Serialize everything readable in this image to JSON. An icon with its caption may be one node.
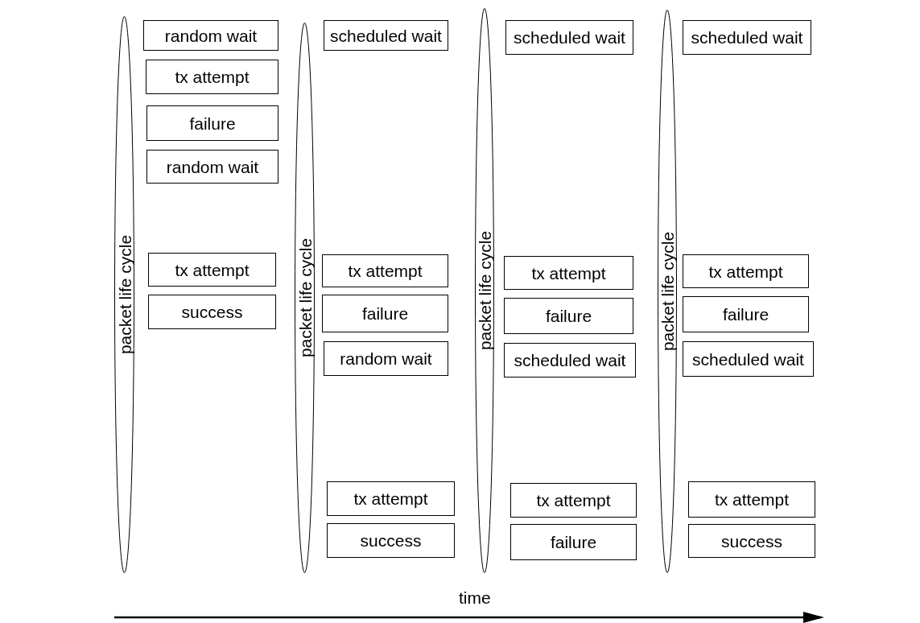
{
  "diagram": {
    "nodes": [
      {
        "text": [
          "packet life cycle"
        ]
      },
      {
        "text": [
          "random wait"
        ]
      },
      {
        "text": [
          "tx attempt"
        ]
      },
      {
        "text": [
          "failure"
        ]
      },
      {
        "text": [
          "random wait"
        ]
      },
      {
        "text": [
          "tx attempt"
        ]
      },
      {
        "text": [
          "success"
        ]
      },
      {
        "text": [
          "packet life cycle"
        ]
      },
      {
        "text": [
          "scheduled wait"
        ]
      },
      {
        "text": [
          "tx attempt"
        ]
      },
      {
        "text": [
          "failure"
        ]
      },
      {
        "text": [
          "random wait"
        ]
      },
      {
        "text": [
          "tx attempt"
        ]
      },
      {
        "text": [
          "success"
        ]
      },
      {
        "text": [
          "packet life cycle"
        ]
      },
      {
        "text": [
          "scheduled wait"
        ]
      },
      {
        "text": [
          "tx attempt"
        ]
      },
      {
        "text": [
          "failure"
        ]
      },
      {
        "text": [
          "scheduled wait"
        ]
      },
      {
        "text": [
          "tx attempt"
        ]
      },
      {
        "text": [
          "failure"
        ]
      },
      {
        "text": [
          "packet life cycle"
        ]
      },
      {
        "text": [
          "scheduled wait"
        ]
      },
      {
        "text": [
          "tx attempt"
        ]
      },
      {
        "text": [
          "failure"
        ]
      },
      {
        "text": [
          "scheduled wait"
        ]
      },
      {
        "text": [
          "tx attempt"
        ]
      },
      {
        "text": [
          "success"
        ]
      }
    ],
    "labels": [
      "time"
    ]
  }
}
